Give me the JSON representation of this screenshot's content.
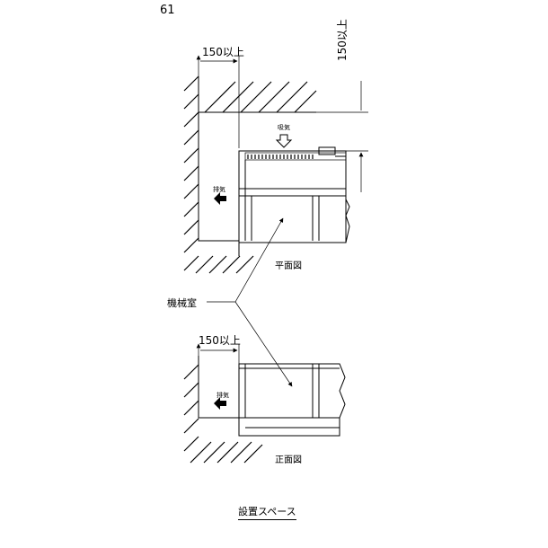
{
  "page_number": "61",
  "plan": {
    "dim_left": "150以上",
    "dim_top_right": "150以上",
    "intake_label": "吸気",
    "exhaust_label": "排気",
    "view_title": "平面図"
  },
  "machine_room_label": "機械室",
  "front": {
    "dim_left": "150以上",
    "exhaust_label": "排気",
    "view_title": "正面図"
  },
  "caption": "設置スペース"
}
